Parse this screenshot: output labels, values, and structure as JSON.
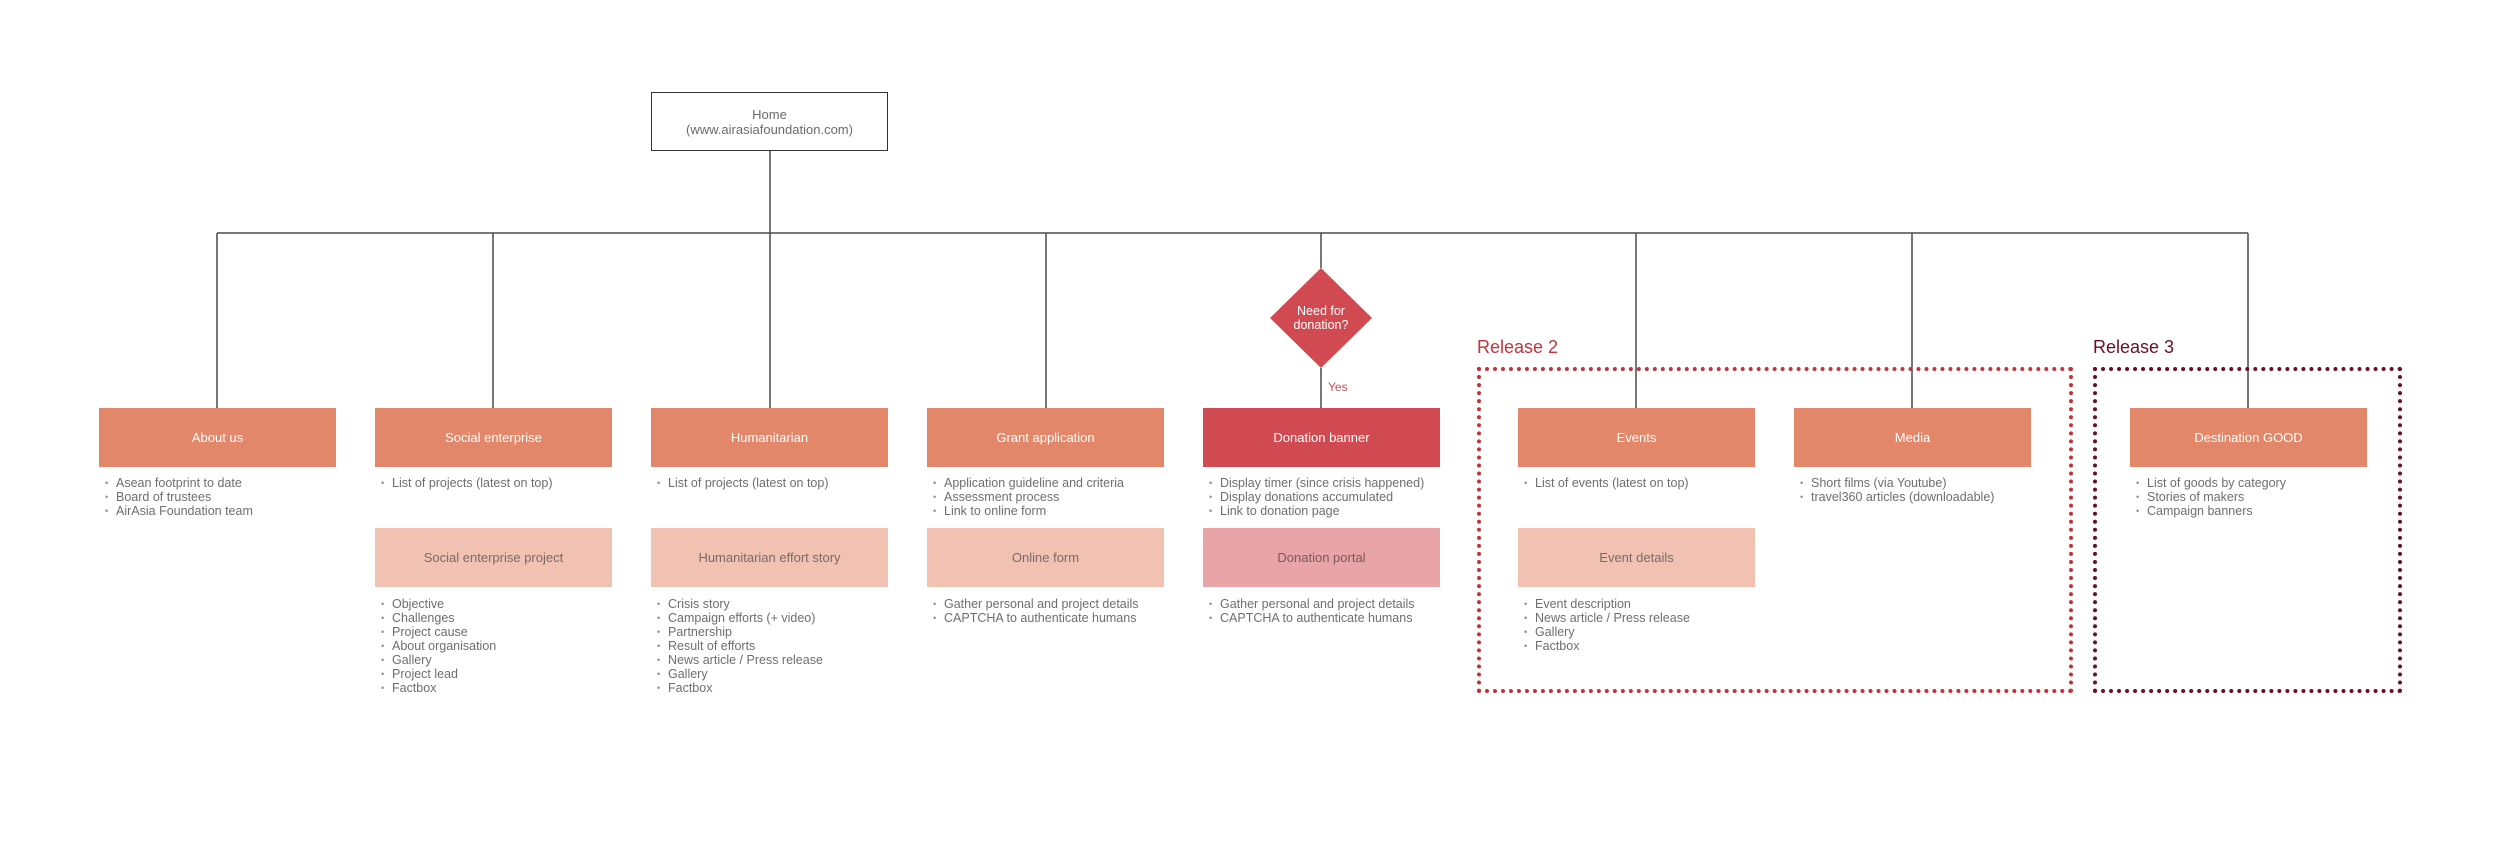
{
  "home": {
    "line1": "Home",
    "line2": "(www.airasiafoundation.com)"
  },
  "decision": {
    "line1": "Need for",
    "line2": "donation?",
    "yes_label": "Yes"
  },
  "releases": {
    "release2": "Release 2",
    "release3": "Release 3"
  },
  "colors": {
    "primary": "#e2876a",
    "primary_red": "#d24a51",
    "secondary": "#f1c2b2",
    "secondary_pink": "#e8a4a6",
    "release2_border": "#c5323a",
    "release3_border": "#6a0f24"
  },
  "columns": [
    {
      "title": "About us",
      "bullets": [
        "Asean footprint to date",
        "Board of trustees",
        "AirAsia Foundation team"
      ]
    },
    {
      "title": "Social enterprise",
      "bullets": [
        "List of projects (latest on top)"
      ],
      "sub": {
        "title": "Social enterprise project",
        "bullets": [
          "Objective",
          "Challenges",
          "Project cause",
          "About organisation",
          "Gallery",
          "Project lead",
          "Factbox"
        ]
      }
    },
    {
      "title": "Humanitarian",
      "bullets": [
        "List of projects (latest on top)"
      ],
      "sub": {
        "title": "Humanitarian effort story",
        "bullets": [
          "Crisis story",
          "Campaign efforts (+ video)",
          "Partnership",
          "Result of efforts",
          "News article / Press release",
          "Gallery",
          "Factbox"
        ]
      }
    },
    {
      "title": "Grant application",
      "bullets": [
        "Application guideline and criteria",
        "Assessment process",
        "Link to online form"
      ],
      "sub": {
        "title": "Online form",
        "bullets": [
          "Gather personal and project details",
          "CAPTCHA to authenticate humans"
        ]
      }
    },
    {
      "title": "Donation banner",
      "bullets": [
        "Display timer (since crisis happened)",
        "Display donations accumulated",
        "Link to donation page"
      ],
      "sub": {
        "title": "Donation portal",
        "bullets": [
          "Gather personal and project details",
          "CAPTCHA to authenticate humans"
        ]
      }
    },
    {
      "title": "Events",
      "bullets": [
        "List of events (latest on top)"
      ],
      "sub": {
        "title": "Event details",
        "bullets": [
          "Event description",
          "News article / Press release",
          "Gallery",
          "Factbox"
        ]
      }
    },
    {
      "title": "Media",
      "bullets": [
        "Short films (via Youtube)",
        "travel360 articles (downloadable)"
      ]
    },
    {
      "title": "Destination GOOD",
      "bullets": [
        "List of goods by category",
        "Stories of makers",
        "Campaign banners"
      ]
    }
  ]
}
